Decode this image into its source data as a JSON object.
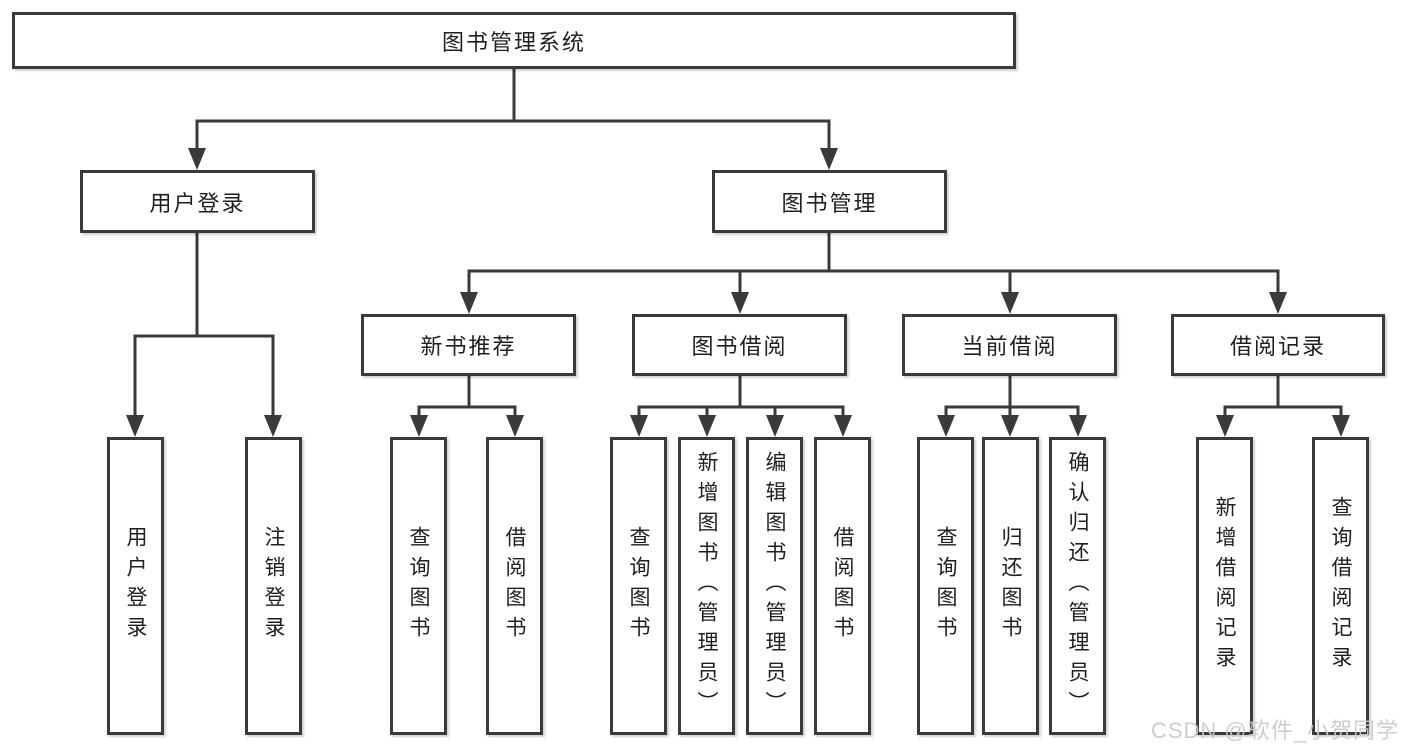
{
  "tree": {
    "root": {
      "label": "图书管理系统"
    },
    "user_login": {
      "label": "用户登录"
    },
    "book_mgmt": {
      "label": "图书管理"
    },
    "new_book_rec": {
      "label": "新书推荐"
    },
    "book_borrow": {
      "label": "图书借阅"
    },
    "current_borrow": {
      "label": "当前借阅"
    },
    "borrow_records": {
      "label": "借阅记录"
    },
    "leaf_user_login": {
      "label": "用户登录"
    },
    "leaf_logout": {
      "label": "注销登录"
    },
    "leaf_rec_query_books": {
      "label": "查询图书"
    },
    "leaf_rec_borrow_books": {
      "label": "借阅图书"
    },
    "leaf_bb_query_books": {
      "label": "查询图书"
    },
    "leaf_bb_add_books_admin": {
      "label": "新增图书（管理员）"
    },
    "leaf_bb_edit_books_admin": {
      "label": "编辑图书（管理员）"
    },
    "leaf_bb_borrow_books": {
      "label": "借阅图书"
    },
    "leaf_cb_query_books": {
      "label": "查询图书"
    },
    "leaf_cb_return_books": {
      "label": "归还图书"
    },
    "leaf_cb_confirm_return_admin": {
      "label": "确认归还（管理员）"
    },
    "leaf_br_add_record": {
      "label": "新增借阅记录"
    },
    "leaf_br_query_record": {
      "label": "查询借阅记录"
    }
  },
  "watermark": {
    "text": "CSDN @软件_小贺同学"
  },
  "colors": {
    "line": "#3a3a3a",
    "text": "#1f1f1f",
    "box_background": "#ffffff",
    "watermark": "#c9c9c9",
    "background": "#ffffff"
  }
}
